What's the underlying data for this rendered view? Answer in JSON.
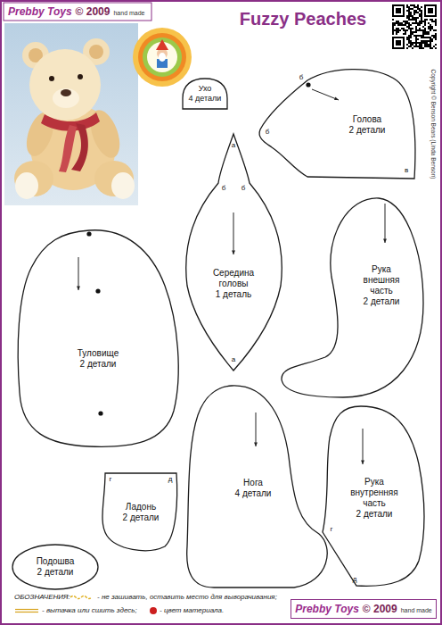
{
  "diagram": {
    "title": "Fuzzy Peaches",
    "nodes": [
      {
        "text": [
          "Ухо",
          "4 детали"
        ]
      },
      {
        "text": [
          "Голова",
          "2 детали"
        ]
      },
      {
        "text": [
          "Середина головы",
          "1 деталь"
        ]
      },
      {
        "text": [
          "Туловище",
          "2 детали"
        ]
      },
      {
        "text": [
          "Рука внешняя часть",
          "2 детали"
        ]
      },
      {
        "text": [
          "Нога",
          "4 детали"
        ]
      },
      {
        "text": [
          "Ладонь",
          "2 детали"
        ]
      },
      {
        "text": [
          "Рука внутренняя часть",
          "2 детали"
        ]
      },
      {
        "text": [
          "Подошва",
          "2 детали"
        ]
      }
    ],
    "labels": [
      "Prebby Toys",
      "© 2009",
      "hand made",
      "Copyright © Benson Bears (Linda Benson)",
      "б",
      "б",
      "в",
      "а",
      "б",
      "б",
      "а",
      "г",
      "д",
      "г",
      "д",
      "ОБОЗНАЧЕНИЯ:",
      "Prebby Toys",
      "© 2009",
      "hand made"
    ],
    "legend": [
      {
        "text": "- не зашивать, оставить место для выворачивания;"
      },
      {
        "text": "- вытачка или сшить здесь;"
      },
      {
        "text": "- цвет материала.",
        "color": "#cc1f1f"
      }
    ]
  }
}
